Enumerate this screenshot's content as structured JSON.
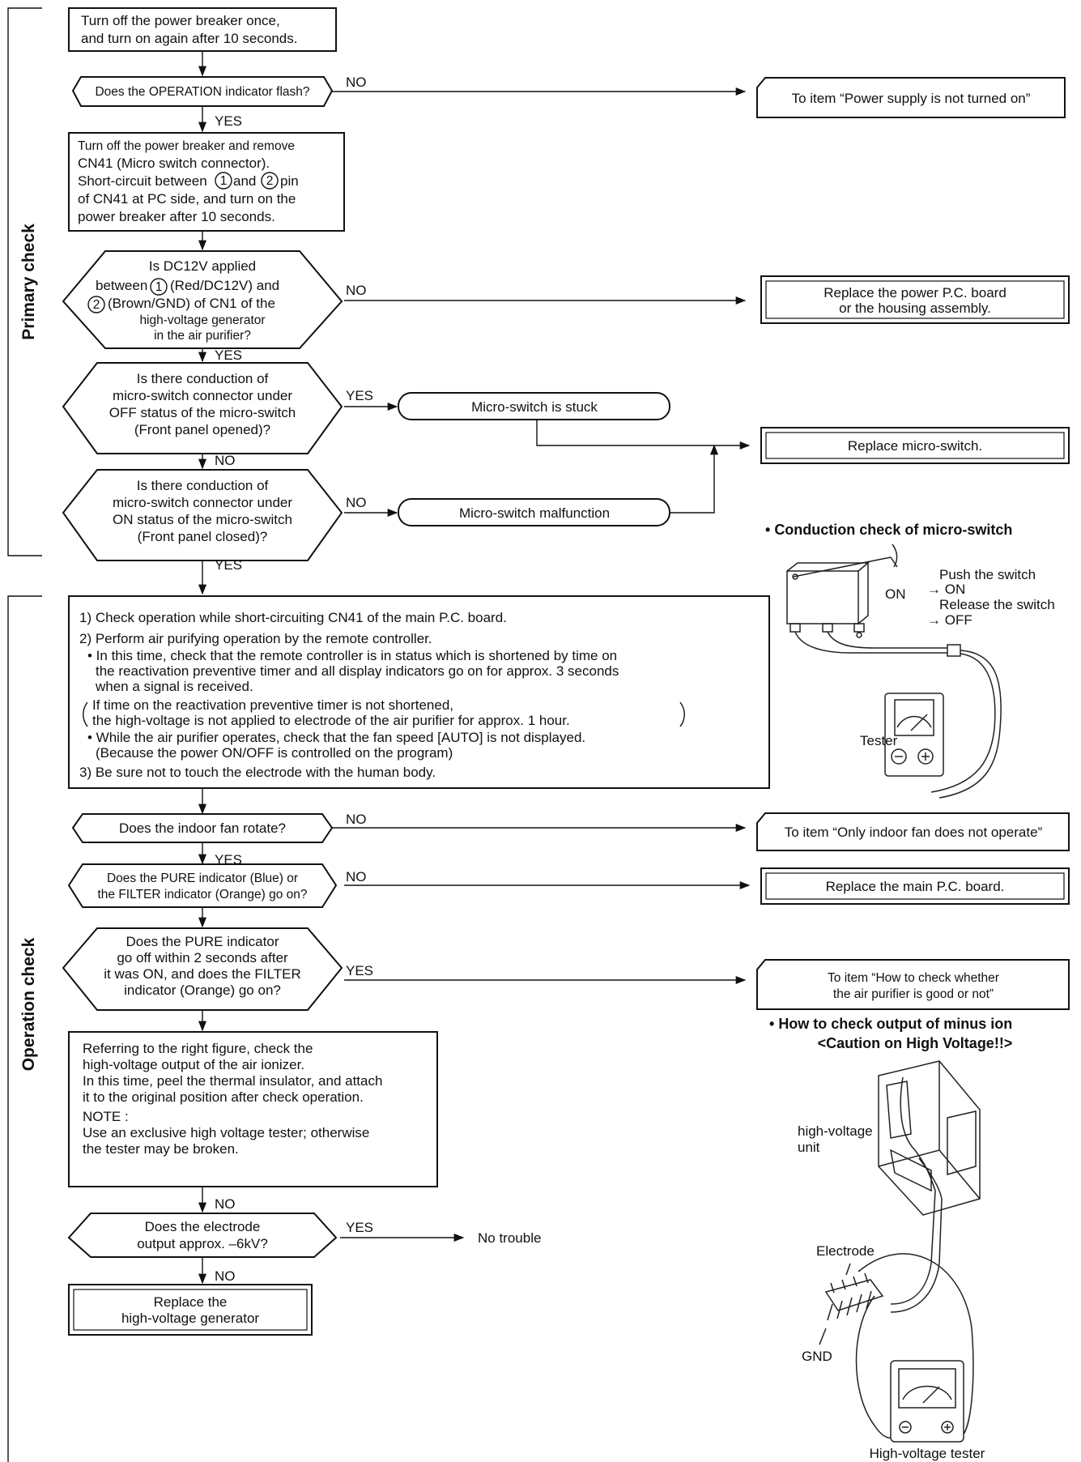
{
  "sections": {
    "primary": "Primary check",
    "operation": "Operation check"
  },
  "labels": {
    "yes": "YES",
    "no": "NO"
  },
  "primary_check": {
    "step_power_cycle": [
      "Turn off the power breaker once,",
      "and turn on again after 10 seconds."
    ],
    "q_operation_flash": "Does the OPERATION indicator flash?",
    "to_power_supply": "To item “Power supply is not turned on”",
    "step_remove_cn41": [
      "Turn off the power breaker and remove",
      "CN41 (Micro switch connector).",
      "Short-circuit between",
      "and",
      "pin",
      "of CN41 at PC side, and turn on the",
      "power breaker after 10 seconds."
    ],
    "pin1": "1",
    "pin2": "2",
    "q_dc12v": [
      "Is DC12V applied",
      "between",
      "(Red/DC12V) and",
      "(Brown/GND) of CN1 of the",
      "high-voltage generator",
      "in the air purifier?"
    ],
    "replace_power_board": [
      "Replace the power P.C. board",
      "or the housing assembly."
    ],
    "q_conduction_off": [
      "Is there conduction of",
      "micro-switch connector under",
      "OFF status of the micro-switch",
      "(Front panel opened)?"
    ],
    "micro_stuck": "Micro-switch is stuck",
    "replace_micro": "Replace micro-switch.",
    "q_conduction_on": [
      "Is there conduction of",
      "micro-switch connector under",
      "ON status of the micro-switch",
      "(Front panel closed)?"
    ],
    "micro_malfunction": "Micro-switch malfunction"
  },
  "conduction_figure": {
    "title": "Conduction check of micro-switch",
    "on_label": "ON",
    "push_text": [
      "Push the switch",
      "→ ON",
      "Release the switch",
      "→ OFF"
    ],
    "tester_label": "Tester"
  },
  "operation_check": {
    "instructions": [
      "1) Check operation while short-circuiting CN41 of the main P.C. board.",
      "2) Perform air purifying operation by the remote controller.",
      "• In this time, check that the remote controller is in status which is shortened by time on",
      "the reactivation preventive timer and all display indicators go on for approx. 3 seconds",
      "when a signal is received.",
      "If time on the reactivation preventive timer is not shortened,",
      "the high-voltage is not applied to electrode of the air purifier for approx. 1 hour.",
      "• While the air purifier operates, check that the fan speed [AUTO] is not displayed.",
      "(Because the power ON/OFF is controlled on the program)",
      "3) Be sure not to touch the electrode with the human body."
    ],
    "q_indoor_fan": "Does the indoor fan rotate?",
    "to_indoor_fan": "To item “Only indoor fan does not operate”",
    "q_pure_indicator": [
      "Does the PURE indicator (Blue) or",
      "the FILTER indicator (Orange) go on?"
    ],
    "replace_main_board": "Replace the main P.C. board.",
    "q_pure_off": [
      "Does the PURE indicator",
      "go off within 2 seconds after",
      "it was ON, and does the FILTER",
      "indicator (Orange) go on?"
    ],
    "to_how_check": [
      "To item “How to check whether",
      "the air purifier is good or not”"
    ],
    "step_high_voltage": [
      "Referring to the right figure, check the",
      "high-voltage output of the air ionizer.",
      "In this time, peel the thermal insulator, and attach",
      "it to the original position after check operation.",
      "NOTE :",
      "Use an exclusive high voltage tester; otherwise",
      "the tester may be broken."
    ],
    "q_electrode": [
      "Does the electrode",
      "output approx. –6kV?"
    ],
    "no_trouble": "No trouble",
    "replace_hv": [
      "Replace the",
      "high-voltage generator"
    ]
  },
  "ion_figure": {
    "title": [
      "How to check output of minus ion",
      "<Caution on High Voltage!!>"
    ],
    "hv_unit": [
      "high-voltage",
      "unit"
    ],
    "electrode": "Electrode",
    "gnd": "GND",
    "hv_tester": "High-voltage tester"
  }
}
